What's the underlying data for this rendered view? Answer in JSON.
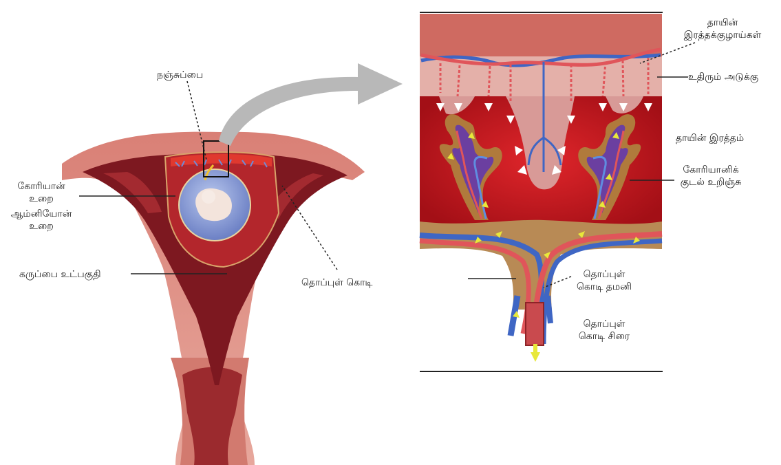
{
  "labels": {
    "placenta": "நஞ்சுப்பை",
    "chorion_1": "கோரியான்",
    "chorion_2": "உறை",
    "amnion_1": "ஆம்னியோன்",
    "amnion_2": "உறை",
    "uterine_cavity": "கருப்பை உட்பகுதி",
    "umbilical_cord": "தொப்புள் கொடி",
    "maternal_vessels_1": "தாயின்",
    "maternal_vessels_2": "இரத்தக்குழாய்கள்",
    "endometrium": "உதிரும் அடுக்கு",
    "maternal_blood": "தாயின் இரத்தம்",
    "chorionic_villi_1": "கோரியானிக்",
    "chorionic_villi_2": "குடல் உறிஞ்சு",
    "umbilical_artery_1": "தொப்புள்",
    "umbilical_artery_2": "கொடி தமனி",
    "umbilical_vein_1": "தொப்புள்",
    "umbilical_vein_2": "கொடி சிரை"
  },
  "colors": {
    "uterus_wall": "#d4756a",
    "uterus_inner": "#8e1b22",
    "maternal_blood": "#c4161c",
    "endometrium": "#e8b8b2",
    "vein_blue": "#3f66c4",
    "artery_red": "#e0555a",
    "villus_brown": "#b07a3c",
    "flow_arrow": "#e8e83a",
    "pointer_arrow": "#b8b8b8"
  }
}
